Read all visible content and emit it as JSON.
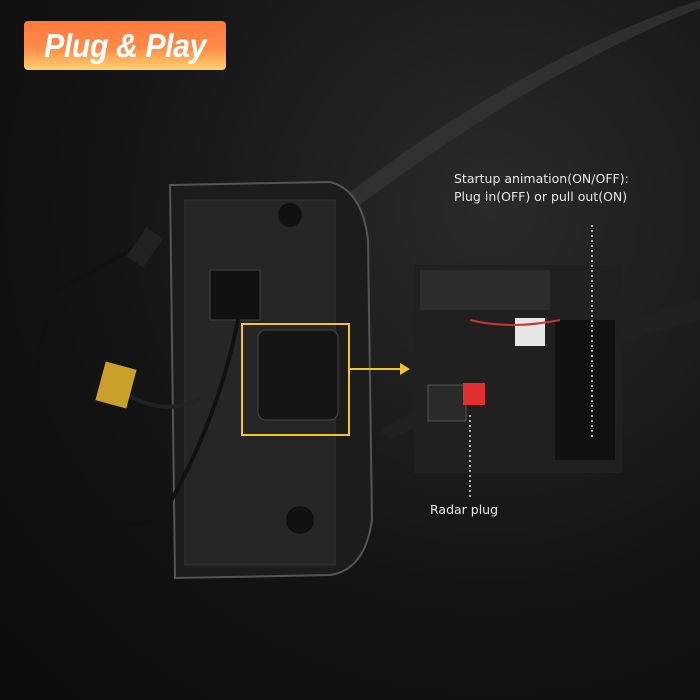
{
  "badge": {
    "label": "Plug & Play",
    "colors": [
      "#ff7a3c",
      "#ffd36e"
    ]
  },
  "annotations": {
    "startup_line1": "Startup animation(ON/OFF):",
    "startup_line2": "Plug in(OFF) or pull out(ON)",
    "radar_plug": "Radar plug"
  },
  "accent_color": "#f2c230"
}
